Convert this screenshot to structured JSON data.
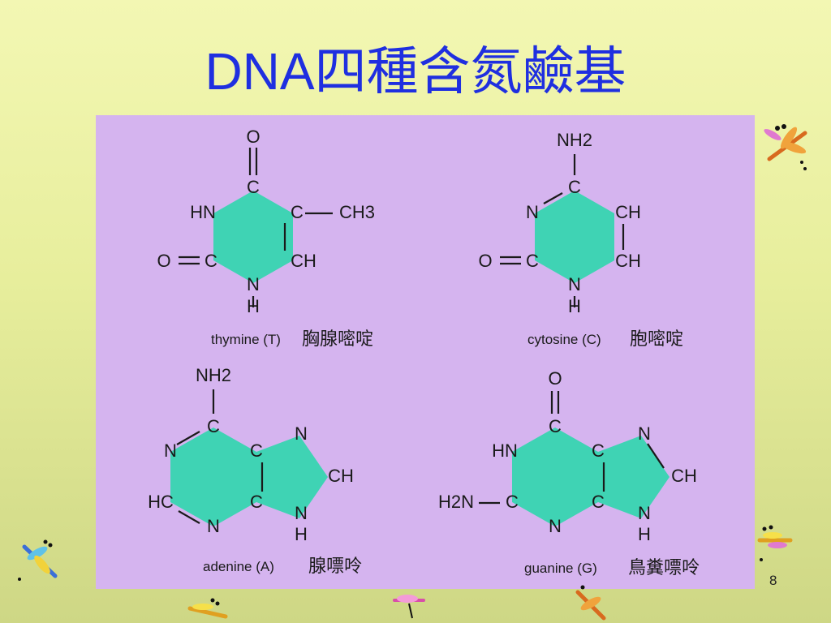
{
  "slide": {
    "title": "DNA四種含氮鹼基",
    "page_number": "8"
  },
  "molecules": {
    "thymine": {
      "caption": "thymine (T)",
      "chinese": "胸腺嘧啶",
      "atoms": {
        "o_top": "O",
        "c_top": "C",
        "n1": "HN",
        "c_right": "C",
        "ch3": "CH3",
        "o_left": "O",
        "c_left": "C",
        "ch": "CH",
        "n_bot": "N",
        "h_bot": "H"
      }
    },
    "cytosine": {
      "caption": "cytosine (C)",
      "chinese": "胞嘧啶",
      "atoms": {
        "nh2": "NH2",
        "c_top": "C",
        "n_left": "N",
        "ch_right": "CH",
        "o_left": "O",
        "c_left": "C",
        "ch_bot": "CH",
        "n_bot": "N",
        "h_bot": "H"
      }
    },
    "adenine": {
      "caption": "adenine (A)",
      "chinese": "腺嘌呤",
      "atoms": {
        "nh2": "NH2",
        "c_top": "C",
        "n_left": "N",
        "c_mid_top": "C",
        "n_5top": "N",
        "ch_5": "CH",
        "hc": "HC",
        "c_mid_bot": "C",
        "n_bot": "N",
        "n_5bot": "N",
        "h_5bot": "H"
      }
    },
    "guanine": {
      "caption": "guanine (G)",
      "chinese": "鳥糞嘌呤",
      "atoms": {
        "o_top": "O",
        "c_top": "C",
        "hn": "HN",
        "c_mid_top": "C",
        "n_5top": "N",
        "ch_5": "CH",
        "h2n": "H2N",
        "c_left": "C",
        "c_mid_bot": "C",
        "n_bot": "N",
        "n_5bot": "N",
        "h_5bot": "H"
      }
    }
  },
  "colors": {
    "ring_fill": "#3fd3b4",
    "panel_bg": "#d5b4ef",
    "title": "#1f2fe0"
  }
}
